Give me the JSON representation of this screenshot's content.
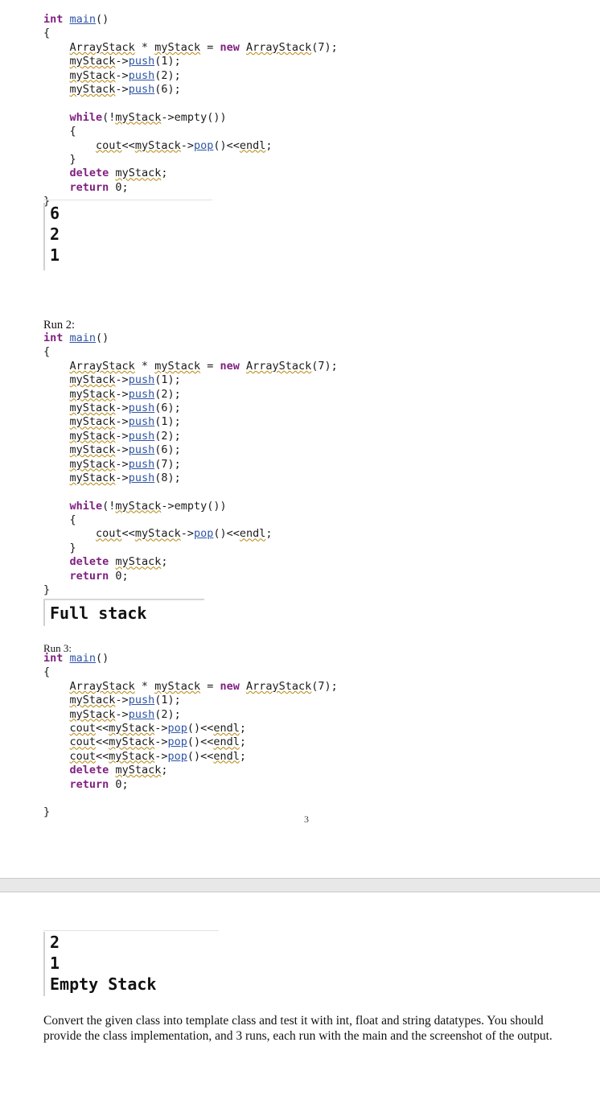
{
  "run1": {
    "code": [
      "int main()",
      "{",
      "    ArrayStack * myStack = new ArrayStack(7);",
      "    myStack->push(1);",
      "    myStack->push(2);",
      "    myStack->push(6);",
      "",
      "    while(!myStack->empty())",
      "    {",
      "        cout<<myStack->pop()<<endl;",
      "    }",
      "    delete myStack;",
      "    return 0;",
      "}"
    ],
    "output": [
      "6",
      "2",
      "1"
    ]
  },
  "run2": {
    "label": "Run 2:",
    "code": [
      "int main()",
      "{",
      "    ArrayStack * myStack = new ArrayStack(7);",
      "    myStack->push(1);",
      "    myStack->push(2);",
      "    myStack->push(6);",
      "    myStack->push(1);",
      "    myStack->push(2);",
      "    myStack->push(6);",
      "    myStack->push(7);",
      "    myStack->push(8);",
      "",
      "    while(!myStack->empty())",
      "    {",
      "        cout<<myStack->pop()<<endl;",
      "    }",
      "    delete myStack;",
      "    return 0;",
      "}"
    ],
    "output": [
      "Full stack"
    ]
  },
  "run3": {
    "label": "Run 3:",
    "code": [
      "int main()",
      "{",
      "    ArrayStack * myStack = new ArrayStack(7);",
      "    myStack->push(1);",
      "    myStack->push(2);",
      "    cout<<myStack->pop()<<endl;",
      "    cout<<myStack->pop()<<endl;",
      "    cout<<myStack->pop()<<endl;",
      "    delete myStack;",
      "    return 0;",
      "",
      "}"
    ],
    "page_number": "3",
    "output": [
      "2",
      "1",
      "Empty Stack"
    ]
  },
  "assignment": "Convert the given class into template class and test it with int, float and string datatypes. You should provide the class implementation, and 3 runs, each run with the main and the screenshot of the output."
}
